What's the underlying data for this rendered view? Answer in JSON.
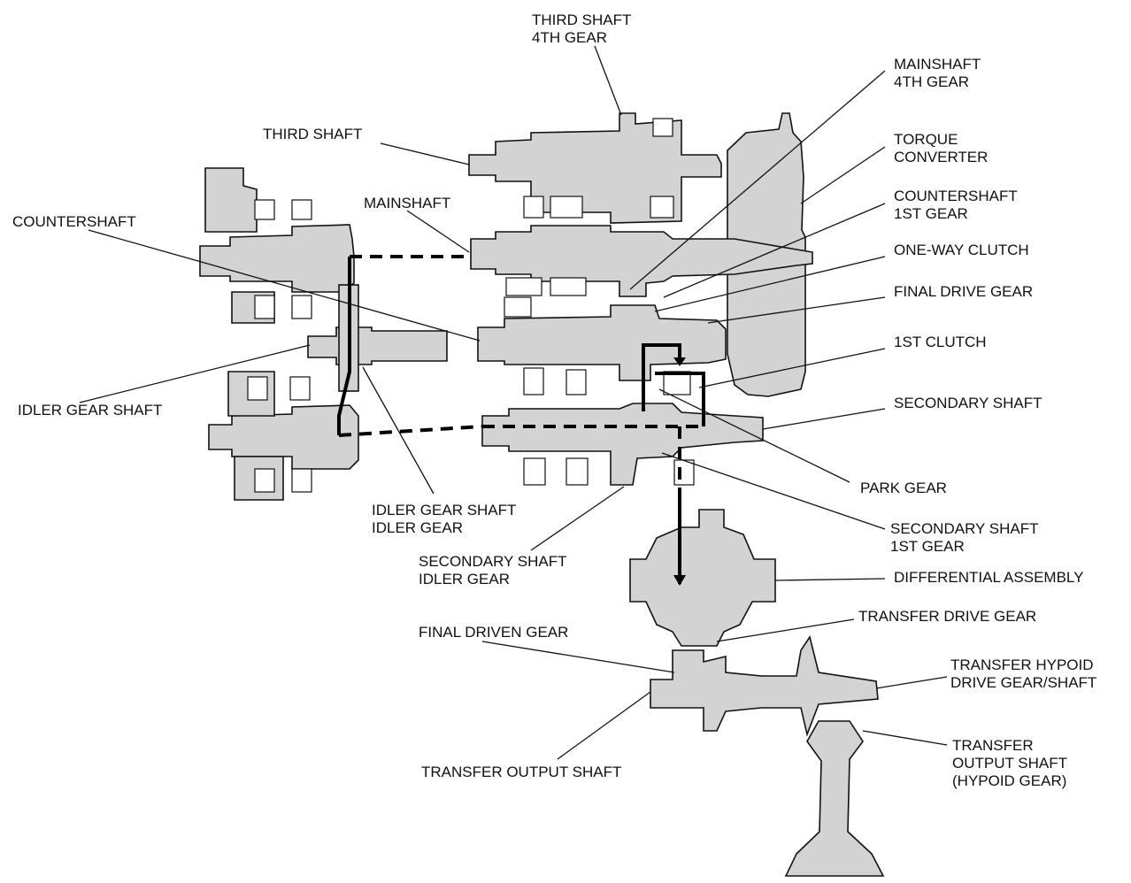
{
  "labels": {
    "third_shaft_4th_gear": [
      "THIRD SHAFT",
      "4TH GEAR"
    ],
    "mainshaft_4th_gear": [
      "MAINSHAFT",
      "4TH GEAR"
    ],
    "third_shaft": [
      "THIRD SHAFT"
    ],
    "torque_converter": [
      "TORQUE",
      "CONVERTER"
    ],
    "countershaft_1st_gear": [
      "COUNTERSHAFT",
      "1ST GEAR"
    ],
    "mainshaft": [
      "MAINSHAFT"
    ],
    "countershaft": [
      "COUNTERSHAFT"
    ],
    "one_way_clutch": [
      "ONE-WAY CLUTCH"
    ],
    "final_drive_gear": [
      "FINAL DRIVE GEAR"
    ],
    "first_clutch": [
      "1ST CLUTCH"
    ],
    "idler_gear_shaft": [
      "IDLER GEAR SHAFT"
    ],
    "secondary_shaft": [
      "SECONDARY SHAFT"
    ],
    "park_gear": [
      "PARK GEAR"
    ],
    "idler_gear_shaft_idler_gear": [
      "IDLER GEAR SHAFT",
      "IDLER GEAR"
    ],
    "secondary_shaft_1st_gear": [
      "SECONDARY SHAFT",
      "1ST GEAR"
    ],
    "secondary_shaft_idler_gear": [
      "SECONDARY SHAFT",
      "IDLER GEAR"
    ],
    "differential_assembly": [
      "DIFFERENTIAL ASSEMBLY"
    ],
    "transfer_drive_gear": [
      "TRANSFER DRIVE GEAR"
    ],
    "final_driven_gear": [
      "FINAL DRIVEN GEAR"
    ],
    "transfer_hypoid_drive_gear_shaft": [
      "TRANSFER HYPOID",
      "DRIVE GEAR/SHAFT"
    ],
    "transfer_output_shaft": [
      "TRANSFER OUTPUT SHAFT"
    ],
    "transfer_output_shaft_hypoid_gear": [
      "TRANSFER",
      "OUTPUT SHAFT",
      "(HYPOID GEAR)"
    ]
  }
}
